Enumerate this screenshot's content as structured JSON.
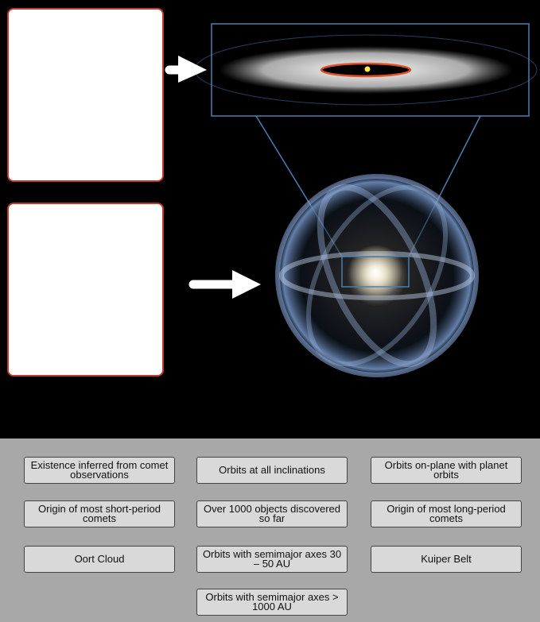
{
  "drop_zones": [
    {
      "label": "",
      "points_to": "kuiper-belt-disk"
    },
    {
      "label": "",
      "points_to": "oort-cloud-sphere"
    }
  ],
  "colors": {
    "background": "#000000",
    "bank": "#a8a8a8",
    "chip": "#d9d9d9",
    "drop_border": "#c0392b",
    "zoom_lines": "#4a7fb0",
    "orbit_ring": "#e0502a",
    "sun": "#ffe84a"
  },
  "labels": [
    {
      "id": "existence-inferred",
      "text": "Existence inferred from comet observations"
    },
    {
      "id": "orbits-all-inclinations",
      "text": "Orbits at all inclinations"
    },
    {
      "id": "orbits-on-plane",
      "text": "Orbits on-plane with planet orbits"
    },
    {
      "id": "origin-short-period",
      "text": "Origin of most short-period comets"
    },
    {
      "id": "over-1000-objects",
      "text": "Over 1000 objects discovered so far"
    },
    {
      "id": "origin-long-period",
      "text": "Origin of most long-period comets"
    },
    {
      "id": "oort-cloud",
      "text": "Oort Cloud"
    },
    {
      "id": "semimajor-30-50",
      "text": "Orbits with semimajor axes 30 – 50 AU"
    },
    {
      "id": "kuiper-belt",
      "text": "Kuiper Belt"
    },
    {
      "id": "semimajor-1000",
      "text": "Orbits with semimajor axes > 1000 AU"
    }
  ]
}
